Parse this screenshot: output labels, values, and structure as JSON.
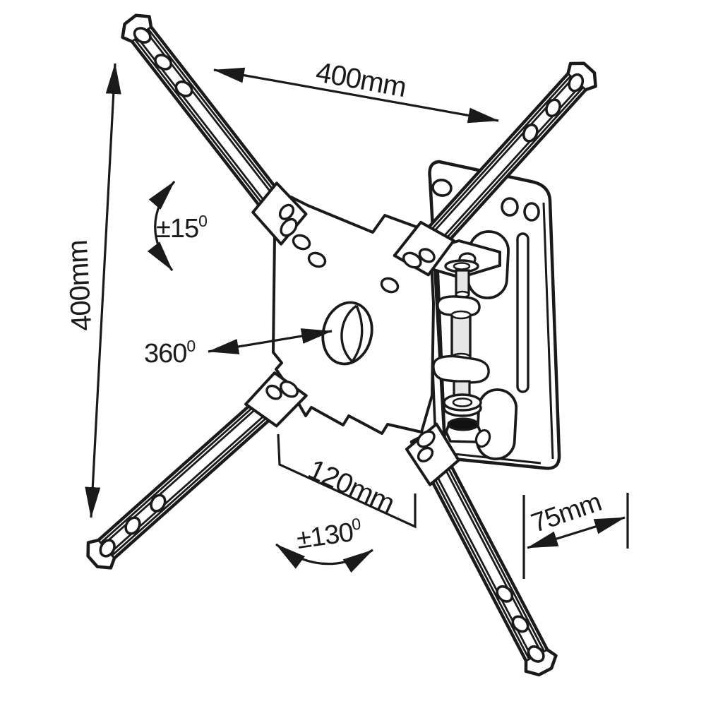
{
  "colors": {
    "ink": "#1a1a1a",
    "paper": "#ffffff",
    "metal_fill": "#e7e7e7",
    "nut_top": "#111111"
  },
  "labels": {
    "top_width": "400mm",
    "side_height": "400mm",
    "plate_width": "120mm",
    "wall_offset": "75mm",
    "tilt": {
      "base": "±15",
      "sup": "0"
    },
    "swivel": {
      "base": "360",
      "sup": "0"
    },
    "swing": {
      "base": "±130",
      "sup": "0"
    }
  }
}
